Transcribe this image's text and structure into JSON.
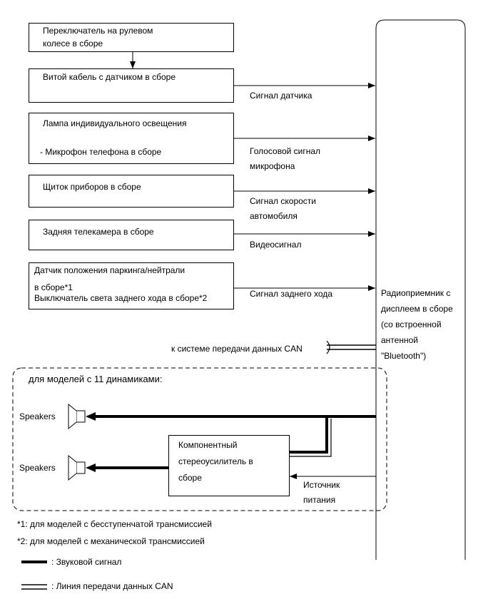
{
  "components": [
    {
      "lines": [
        "Переключатель на рулевом",
        "колесе в сборе"
      ]
    },
    {
      "lines": [
        "Витой кабель с датчиком в сборе"
      ]
    },
    {
      "lines": [
        "Лампа индивидуального освещения",
        "- Микрофон телефона в сборе"
      ]
    },
    {
      "lines": [
        "Щиток приборов в сборе"
      ]
    },
    {
      "lines": [
        "Задняя телекамера в сборе"
      ]
    },
    {
      "lines": [
        "Датчик положения паркинга/нейтрали",
        "в сборе*1",
        "Выключатель света заднего хода в сборе*2"
      ]
    }
  ],
  "signals": [
    {
      "lines": [
        "Сигнал датчика"
      ]
    },
    {
      "lines": [
        "Голосовой сигнал",
        "микрофона"
      ]
    },
    {
      "lines": [
        "Сигнал скорости",
        "автомобиля"
      ]
    },
    {
      "lines": [
        "Видеосигнал"
      ]
    },
    {
      "lines": [
        "Сигнал заднего хода"
      ]
    }
  ],
  "radio": {
    "lines": [
      "Радиоприемник с",
      "дисплеем в сборе",
      "(со встроенной",
      "антенной",
      "\"Bluetooth\")"
    ]
  },
  "can_label": "к системе передачи данных CAN",
  "speaker_section": {
    "title": "для моделей с 11 динамиками:",
    "speaker_label": "Speakers",
    "amplifier_lines": [
      "Компонентный",
      "стереоусилитель в",
      "сборе"
    ],
    "power_lines": [
      "Источник",
      "питания"
    ]
  },
  "footnotes": [
    "*1: для моделей с бесступенчатой трансмиссией",
    "*2: для моделей с механической трансмиссией"
  ],
  "legend": [
    {
      "symbol": "thick-line",
      "label": ": Звуковой сигнал"
    },
    {
      "symbol": "double-line",
      "label": ": Линия передачи данных CAN"
    }
  ]
}
